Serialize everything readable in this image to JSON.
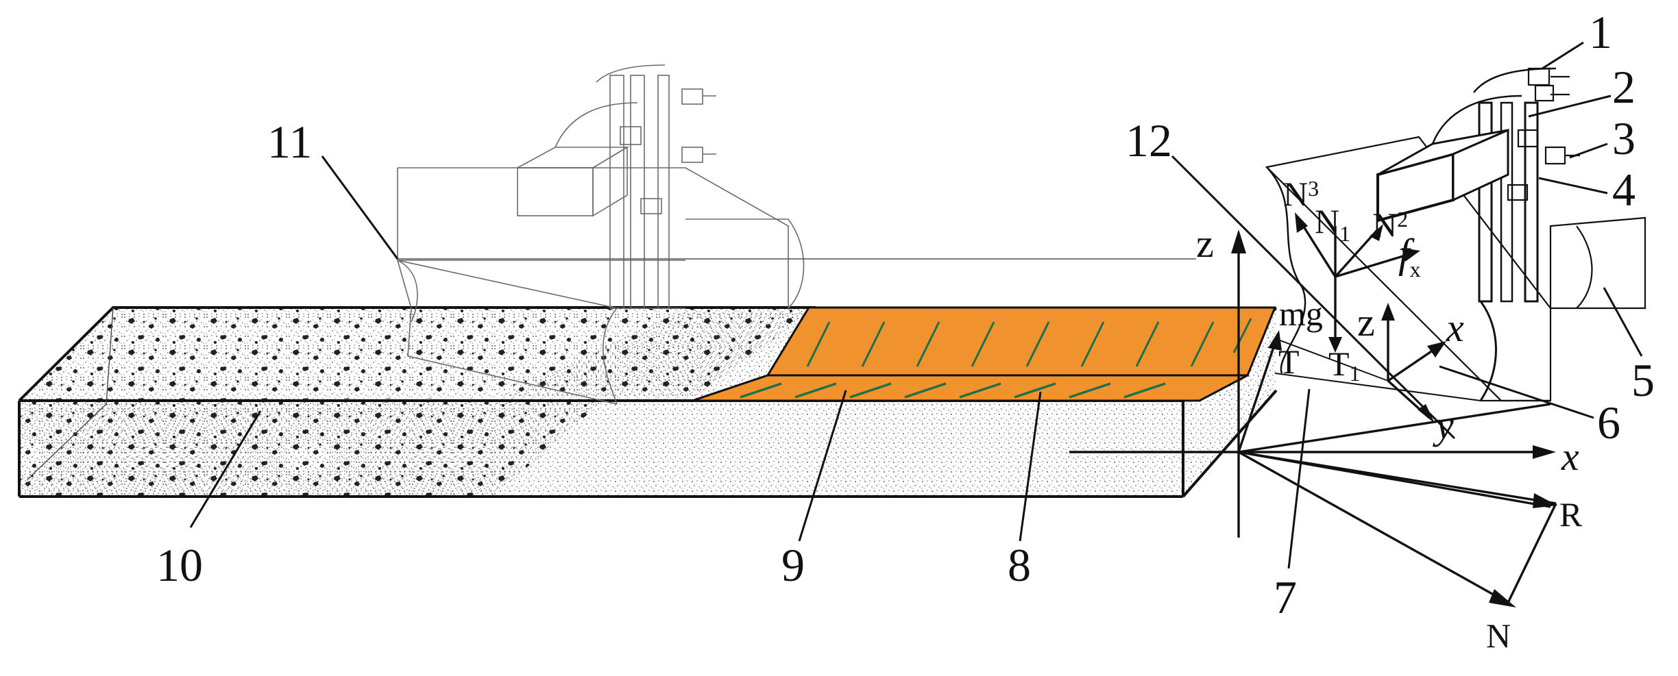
{
  "figure": {
    "part_labels": [
      {
        "id": "1",
        "text": "1"
      },
      {
        "id": "2",
        "text": "2"
      },
      {
        "id": "3",
        "text": "3"
      },
      {
        "id": "4",
        "text": "4"
      },
      {
        "id": "5",
        "text": "5"
      },
      {
        "id": "6",
        "text": "6"
      },
      {
        "id": "7",
        "text": "7"
      },
      {
        "id": "8",
        "text": "8"
      },
      {
        "id": "9",
        "text": "9"
      },
      {
        "id": "10",
        "text": "10"
      },
      {
        "id": "11",
        "text": "11"
      },
      {
        "id": "12",
        "text": "12"
      }
    ],
    "forces": {
      "N3": {
        "base": "N",
        "sub": "3"
      },
      "N1": {
        "base": "N",
        "sub": "1"
      },
      "N2": {
        "base": "N",
        "sub": "2"
      },
      "fx": {
        "base": "f",
        "sub": "x"
      },
      "mg": {
        "base": "mg"
      },
      "T": {
        "base": "T"
      },
      "T1": {
        "base": "T",
        "sub": "1"
      },
      "R": {
        "base": "R"
      },
      "N": {
        "base": "N"
      }
    },
    "axes": {
      "main_z": "z",
      "main_x": "x",
      "local_z": "z",
      "local_x": "x",
      "local_y": "y"
    },
    "colors": {
      "stroke": "#111111",
      "layer_fill": "#F0932E",
      "fibre": "#1F6F4A",
      "soil_speckle": "#2a2a2a"
    }
  }
}
